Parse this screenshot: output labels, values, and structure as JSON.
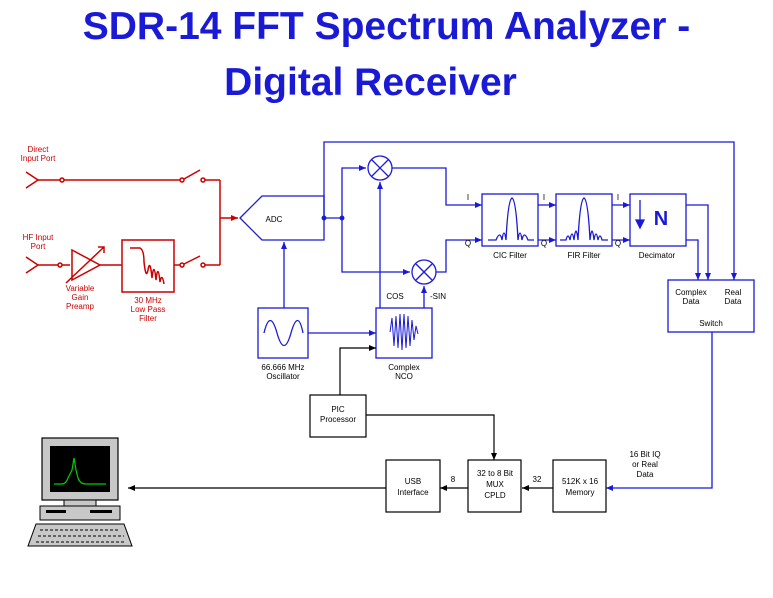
{
  "title": {
    "line1": "SDR-14 FFT Spectrum Analyzer -",
    "line2": "Digital Receiver"
  },
  "labels": {
    "direct_input_1": "Direct",
    "direct_input_2": "Input Port",
    "hf_input_1": "HF Input",
    "hf_input_2": "Port",
    "vga_1": "Variable",
    "vga_2": "Gain",
    "vga_3": "Preamp",
    "lpf_1": "30 MHz",
    "lpf_2": "Low Pass",
    "lpf_3": "Filter",
    "adc": "ADC",
    "osc_1": "66.666 MHz",
    "osc_2": "Oscillator",
    "nco_1": "Complex",
    "nco_2": "NCO",
    "cos": "COS",
    "sin": "-SIN",
    "i1": "I",
    "q1": "Q",
    "i2": "I",
    "q2": "Q",
    "i3": "I",
    "q3": "Q",
    "cic": "CIC Filter",
    "fir": "FIR Filter",
    "decimator": "Decimator",
    "decimator_n": "N",
    "complex_data_1": "Complex",
    "complex_data_2": "Data",
    "real_data_1": "Real",
    "real_data_2": "Data",
    "switch": "Switch",
    "pic_1": "PIC",
    "pic_2": "Processor",
    "bus_16_1": "16 Bit IQ",
    "bus_16_2": "or Real",
    "bus_16_3": "Data",
    "memory_1": "512K x 16",
    "memory_2": "Memory",
    "bus_32": "32",
    "mux_1": "32 to 8 Bit",
    "mux_2": "MUX",
    "mux_3": "CPLD",
    "bus_8": "8",
    "usb_1": "USB",
    "usb_2": "Interface"
  },
  "colors": {
    "title": "#1a1ad6",
    "signal_path": "#cc0000",
    "digital_path": "#1a1ad6",
    "block_fill": "#ffffff"
  }
}
